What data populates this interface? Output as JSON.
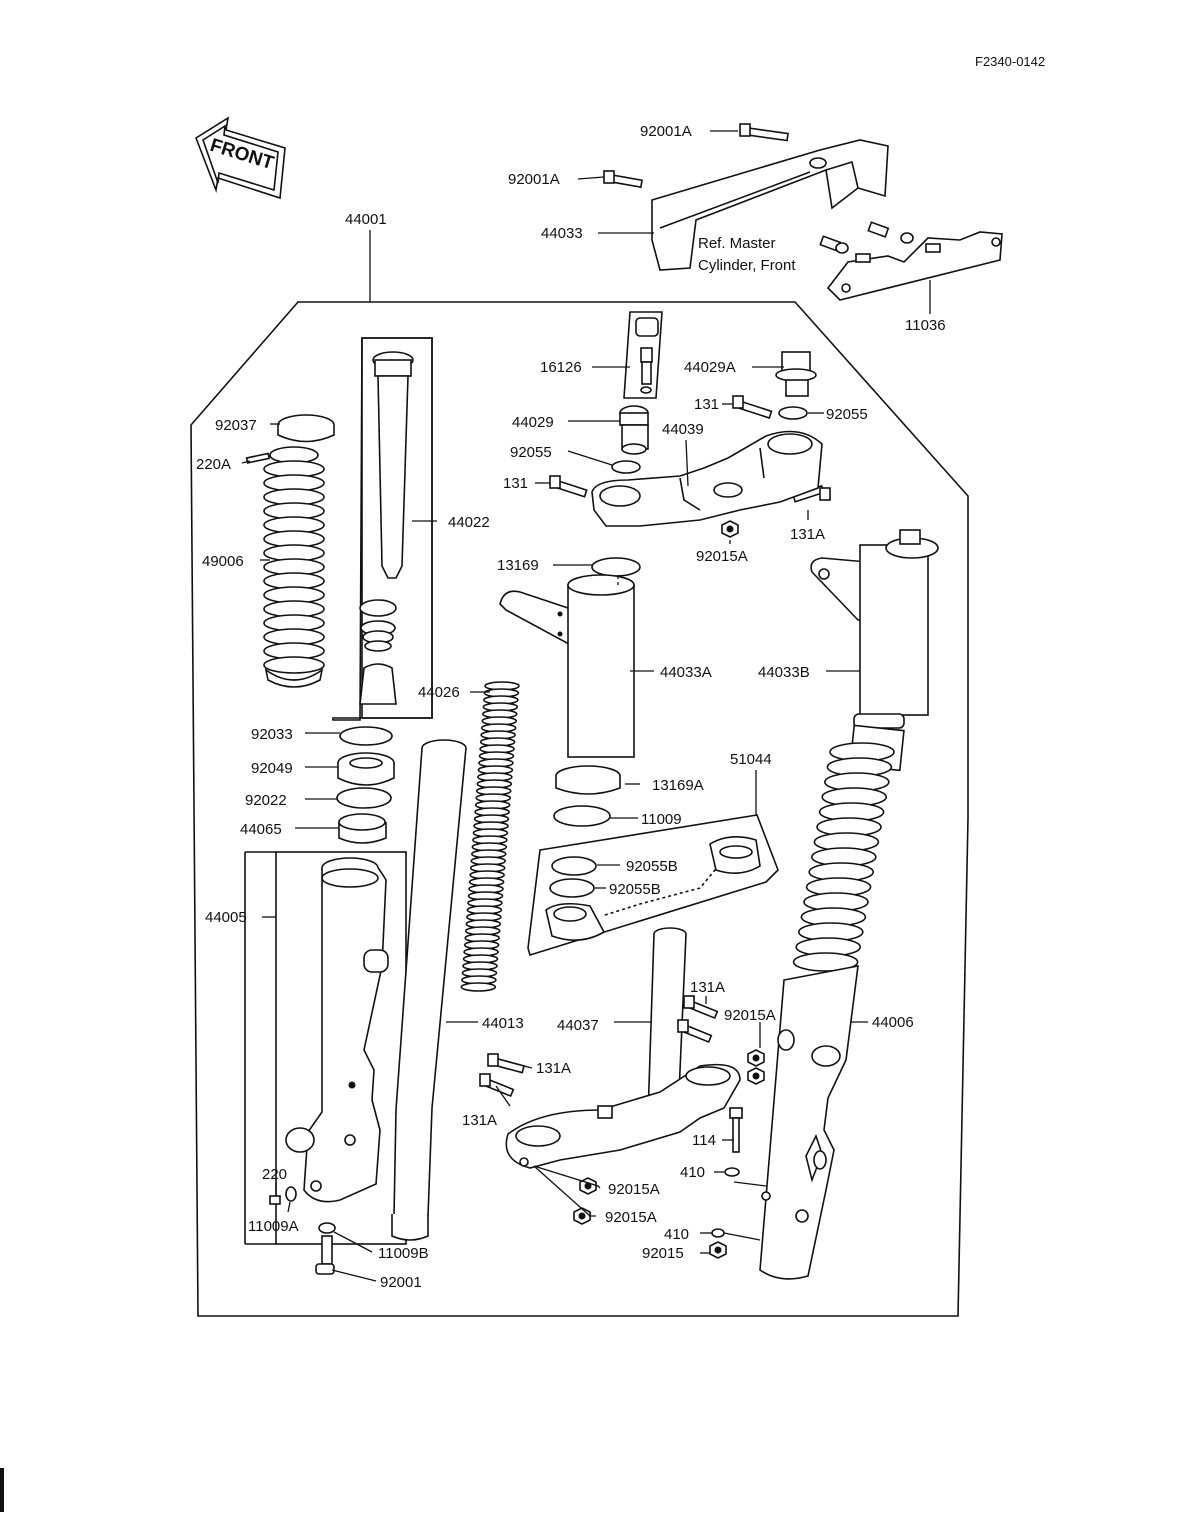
{
  "document_id": "F2340-0142",
  "front_arrow_label": "FRONT",
  "reference_note": {
    "line1": "Ref.  Master",
    "line2": "Cylinder, Front"
  },
  "parts": {
    "92001A_upper": "92001A",
    "92001A_lower": "92001A",
    "44033": "44033",
    "11036": "11036",
    "44001": "44001",
    "16126": "16126",
    "44029A": "44029A",
    "131_upper": "131",
    "92055_right": "92055",
    "44029": "44029",
    "44039": "44039",
    "92055_left": "92055",
    "131_left": "131",
    "131A_upper": "131A",
    "92015A_upper": "92015A",
    "92037": "92037",
    "220A": "220A",
    "44022": "44022",
    "49006": "49006",
    "13169": "13169",
    "44033A": "44033A",
    "44033B": "44033B",
    "44026": "44026",
    "92033": "92033",
    "92049": "92049",
    "92022": "92022",
    "44065": "44065",
    "13169A": "13169A",
    "51044": "51044",
    "11009": "11009",
    "92055B_a": "92055B",
    "92055B_b": "92055B",
    "44005": "44005",
    "44013": "44013",
    "44037": "44037",
    "131A_mid": "131A",
    "92015A_mid": "92015A",
    "44006": "44006",
    "131A_left": "131A",
    "131A_lower": "131A",
    "114": "114",
    "410_upper": "410",
    "220": "220",
    "92015A_low1": "92015A",
    "92015A_low2": "92015A",
    "11009A": "11009A",
    "410_lower": "410",
    "92015": "92015",
    "11009B": "11009B",
    "92001": "92001"
  },
  "colors": {
    "ink": "#111111",
    "paper": "#ffffff"
  }
}
